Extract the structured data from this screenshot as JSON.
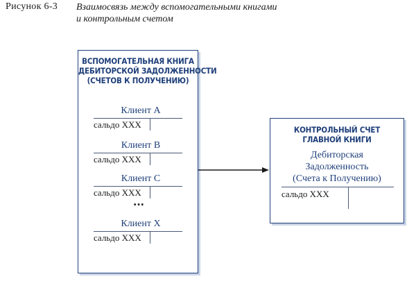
{
  "caption": {
    "label": "Рисунок 6-3",
    "title_line1": "Взаимосвязь между вспомогательными книгами",
    "title_line2": "и контрольным счетом"
  },
  "subsidiary_ledger": {
    "heading": [
      "ВСПОМОГАТЕЛЬНАЯ КНИГА",
      "ДЕБИТОРСКОЙ ЗАДОЛЖЕННОСТИ",
      "(СЧЕТОВ К ПОЛУЧЕНИЮ)"
    ],
    "accounts": [
      {
        "name": "Клиент А",
        "balance": "сальдо XXX"
      },
      {
        "name": "Клиент B",
        "balance": "сальдо XXX"
      },
      {
        "name": "Клиент C",
        "balance": "сальдо XXX"
      },
      {
        "name": "Клиент X",
        "balance": "сальдо XXX"
      }
    ],
    "ellipsis": "..."
  },
  "control_account": {
    "heading": [
      "КОНТРОЛЬНЫЙ СЧЕТ",
      "ГЛАВНОЙ КНИГИ"
    ],
    "account_name": [
      "Дебиторская",
      "Задолженность",
      "(Счета к Получению)"
    ],
    "balance": "сальдо XXX"
  },
  "connector": {
    "color": "#1a1a1a"
  },
  "colors": {
    "accent": "#1f3f7a"
  }
}
